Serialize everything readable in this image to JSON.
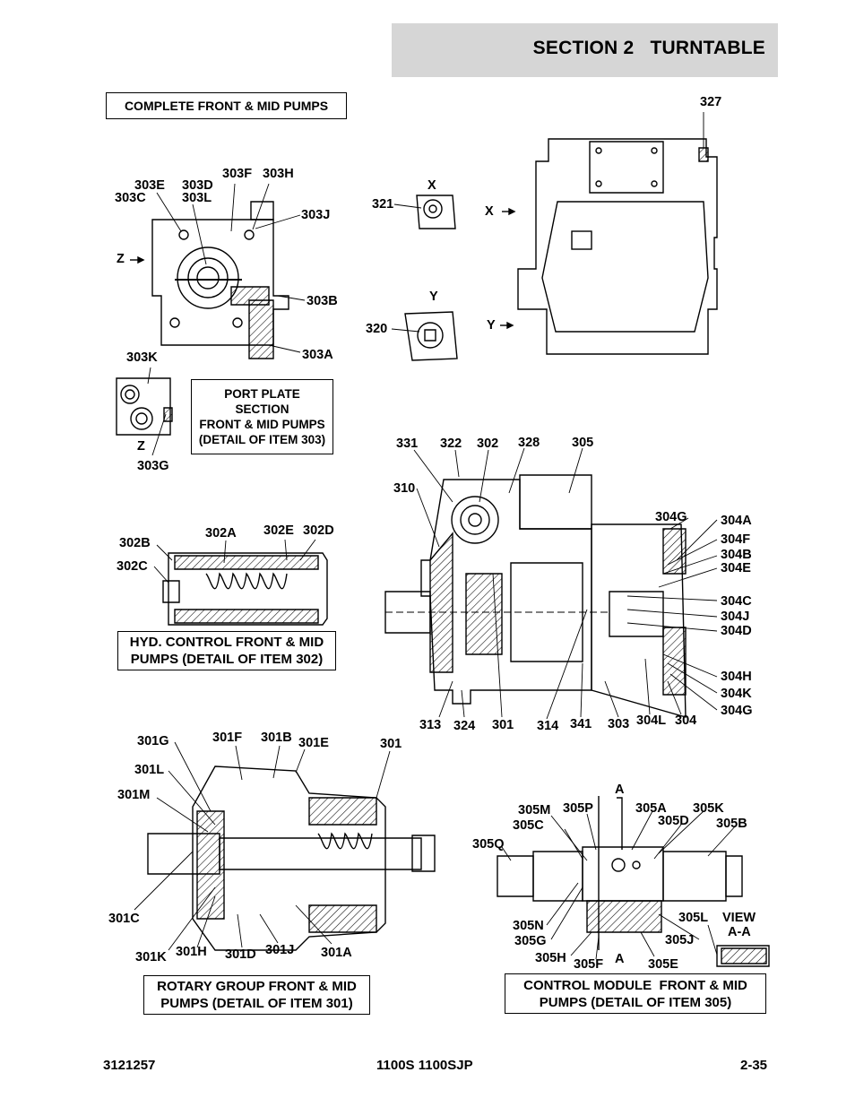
{
  "header": {
    "section": "SECTION 2",
    "title": "TURNTABLE"
  },
  "captions": {
    "complete": "COMPLETE FRONT & MID PUMPS",
    "port_plate": [
      "PORT PLATE",
      "SECTION",
      "FRONT & MID PUMPS",
      "(DETAIL OF ITEM 303)"
    ],
    "hyd_control": [
      "HYD. CONTROL FRONT & MID",
      "PUMPS (DETAIL OF ITEM 302)"
    ],
    "rotary": [
      "ROTARY GROUP FRONT & MID",
      "PUMPS (DETAIL OF ITEM 301)"
    ],
    "control_module": [
      "CONTROL MODULE  FRONT & MID",
      "PUMPS (DETAIL OF ITEM 305)"
    ]
  },
  "labels": {
    "l327": "327",
    "l303E": "303E",
    "l303C": "303C",
    "l303D": "303D",
    "l303L": "303L",
    "l303F": "303F",
    "l303H": "303H",
    "l303J": "303J",
    "lZ1": "Z",
    "l303B": "303B",
    "l303A": "303A",
    "l303K": "303K",
    "lZ2": "Z",
    "l303G": "303G",
    "lX1": "X",
    "l321": "321",
    "lX2": "X",
    "lY1": "Y",
    "l320": "320",
    "lY2": "Y",
    "l331": "331",
    "l322": "322",
    "l302": "302",
    "l328": "328",
    "l305": "305",
    "l310": "310",
    "l304G1": "304G",
    "l304A": "304A",
    "l304F": "304F",
    "l304B": "304B",
    "l304E": "304E",
    "l304C": "304C",
    "l304J": "304J",
    "l304D": "304D",
    "l304H": "304H",
    "l304K": "304K",
    "l304G2": "304G",
    "l313": "313",
    "l324": "324",
    "l301a": "301",
    "l314": "314",
    "l341": "341",
    "l303": "303",
    "l304L": "304L",
    "l304": "304",
    "l302B": "302B",
    "l302A": "302A",
    "l302E": "302E",
    "l302D": "302D",
    "l302C": "302C",
    "l301G": "301G",
    "l301F": "301F",
    "l301B": "301B",
    "l301E": "301E",
    "l301b": "301",
    "l301L": "301L",
    "l301M": "301M",
    "l301C": "301C",
    "l301K": "301K",
    "l301H": "301H",
    "l301D": "301D",
    "l301J": "301J",
    "l301A": "301A",
    "lA1": "A",
    "l305M": "305M",
    "l305P": "305P",
    "l305A": "305A",
    "l305K": "305K",
    "l305C": "305C",
    "l305D": "305D",
    "l305B": "305B",
    "l305Q": "305Q",
    "l305N": "305N",
    "l305G": "305G",
    "l305H": "305H",
    "l305F": "305F",
    "lA2": "A",
    "l305E": "305E",
    "l305J": "305J",
    "l305L": "305L",
    "lView": "VIEW",
    "lViewAA": "A-A"
  },
  "footer": {
    "left": "3121257",
    "center": "1100S 1100SJP",
    "right": "2-35"
  }
}
